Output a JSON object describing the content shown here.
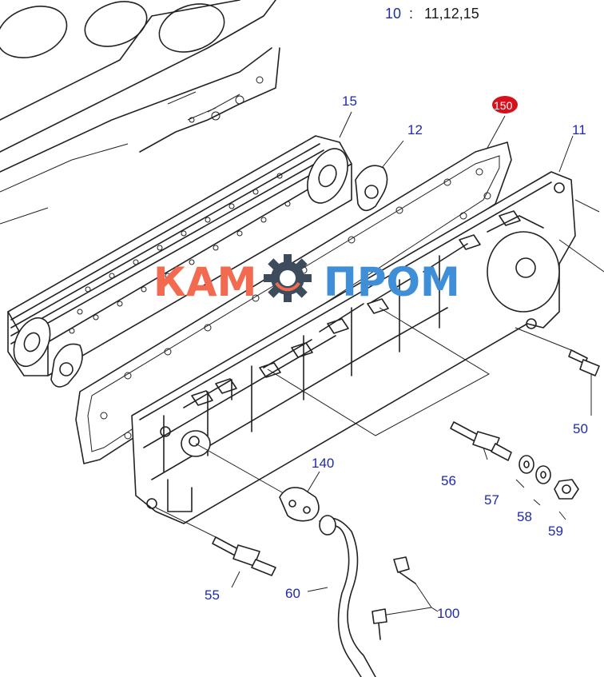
{
  "header": {
    "ref_number": "10",
    "separator": ":",
    "ref_parts": "11,12,15"
  },
  "watermark": {
    "left": "КАМ",
    "right": "ПРОМ",
    "left_color": "#f26a4f",
    "right_color": "#3f8fd8",
    "gear_color": "#3d4c5c"
  },
  "callouts": {
    "p15": "15",
    "p150": "150",
    "p12": "12",
    "p11": "11",
    "p50": "50",
    "p140": "140",
    "p56": "56",
    "p57": "57",
    "p58": "58",
    "p59": "59",
    "p55": "55",
    "p60": "60",
    "p100": "100"
  },
  "colors": {
    "label": "#1f2aa8",
    "highlight": "#d8101c",
    "line": "#222222"
  }
}
